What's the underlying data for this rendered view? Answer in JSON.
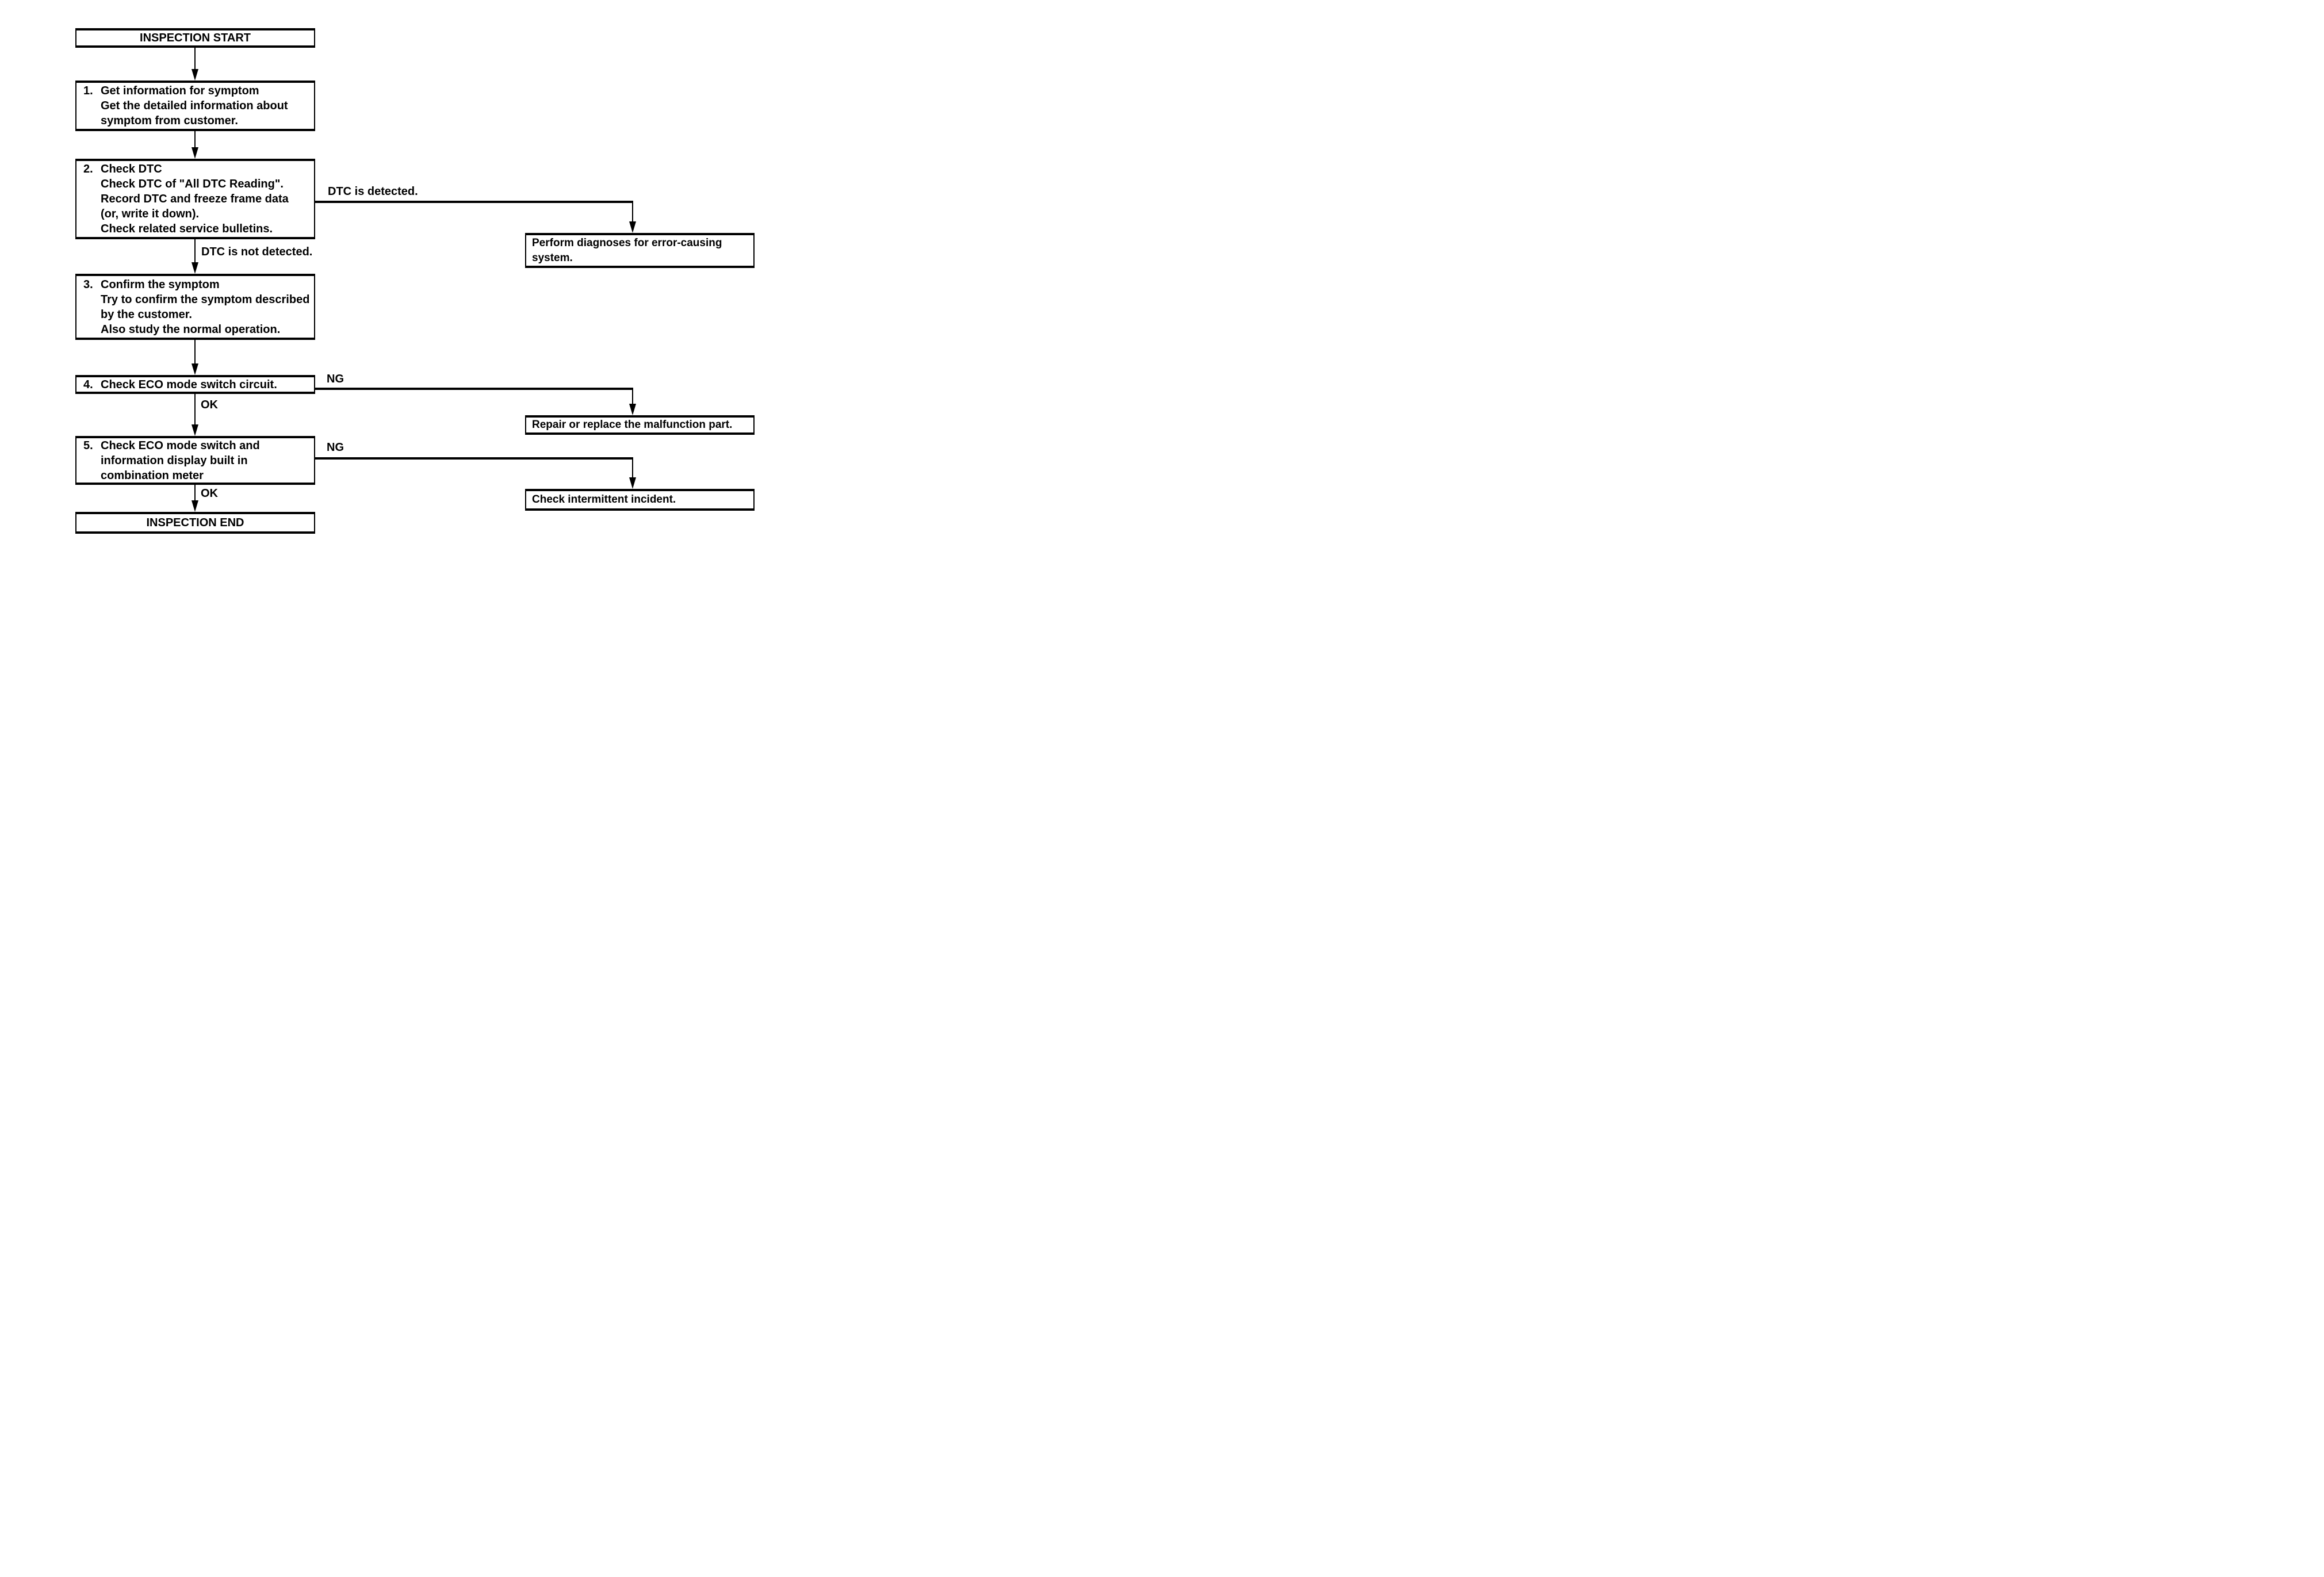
{
  "nodes": {
    "inspection_start": {
      "label": "INSPECTION START"
    },
    "step1": {
      "number": "1.",
      "title": "Get information for symptom",
      "lines": [
        "Get the detailed information about",
        "symptom from customer."
      ]
    },
    "step2": {
      "number": "2.",
      "title": "Check DTC",
      "lines": [
        "Check DTC of \"All DTC Reading\".",
        "Record DTC and freeze frame data",
        "(or, write it down).",
        "Check related service bulletins."
      ]
    },
    "step3": {
      "number": "3.",
      "title": "Confirm the symptom",
      "lines": [
        "Try to confirm the symptom described",
        "by the customer.",
        "Also study the normal operation."
      ]
    },
    "step4": {
      "number": "4.",
      "title": "Check ECO mode switch circuit."
    },
    "step5": {
      "number": "5.",
      "title": "Check ECO mode switch and",
      "lines": [
        "information display built in",
        "combination meter"
      ]
    },
    "inspection_end": {
      "label": "INSPECTION END"
    },
    "action_diagnose": {
      "lines": [
        "Perform diagnoses for error-causing",
        "system."
      ]
    },
    "action_repair": {
      "lines": [
        "Repair or replace the malfunction part."
      ]
    },
    "action_intermittent": {
      "lines": [
        "Check intermittent incident."
      ]
    }
  },
  "labels": {
    "dtc_detected": "DTC is detected.",
    "dtc_not_detected": "DTC is not detected.",
    "ng_step4": "NG",
    "ok_step4": "OK",
    "ng_step5": "NG",
    "ok_step5": "OK"
  },
  "colors": {
    "line": "#000000",
    "background": "#ffffff",
    "text": "#000000"
  }
}
